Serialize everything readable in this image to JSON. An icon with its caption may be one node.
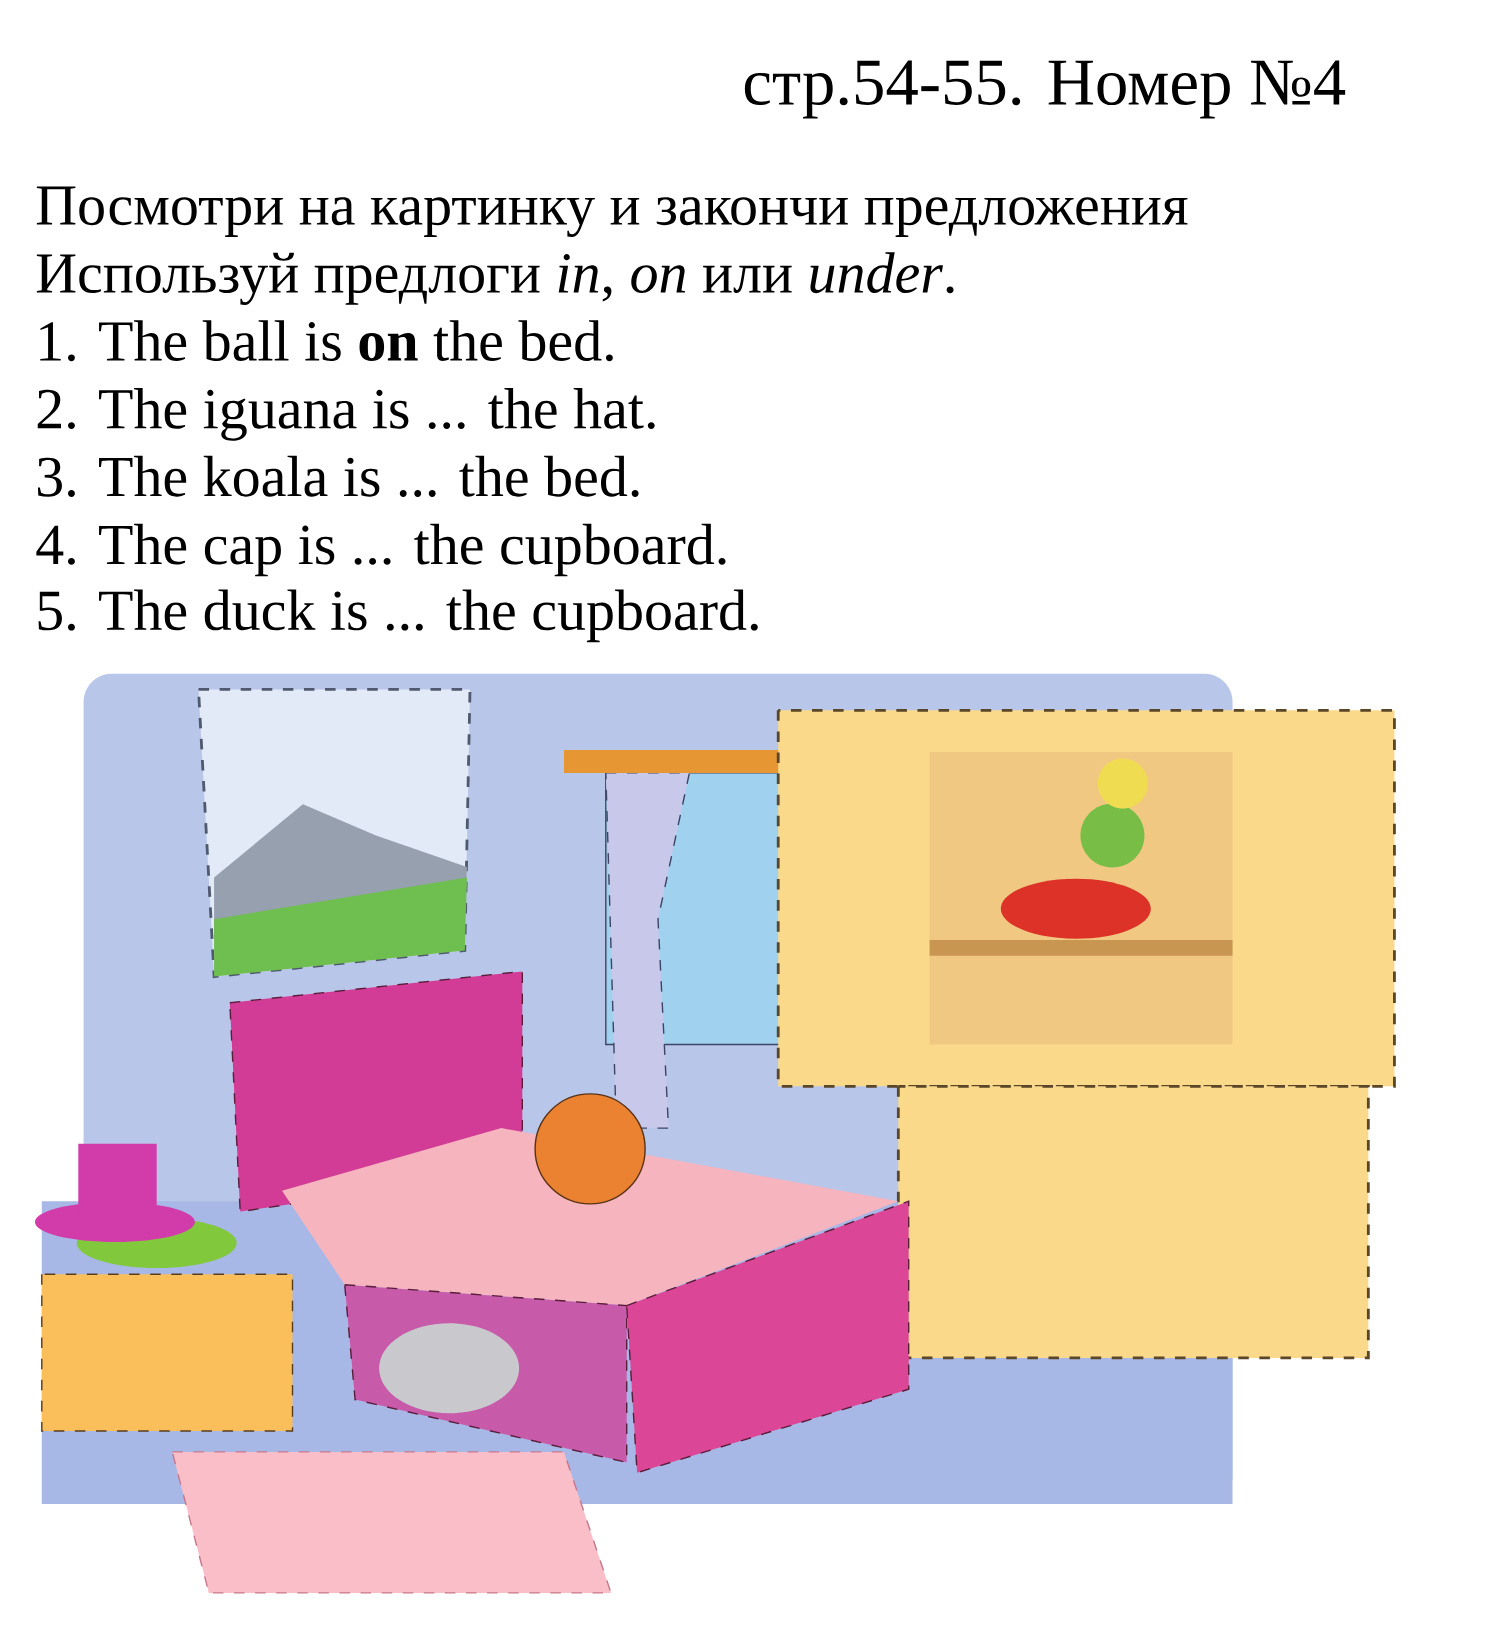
{
  "diagram": {
    "title": "стр.54-55. Номер №4",
    "labels": [
      "Посмотри на картинку и закончи предложения",
      "Используй предлоги *in*, *on* или *under*.",
      "1. The ball is **on** the bed.",
      "2. The iguana is ... the hat.",
      "3. The koala is ... the bed.",
      "4. The cap is ... the cupboard.",
      "5. The duck is ... the cupboard."
    ]
  }
}
